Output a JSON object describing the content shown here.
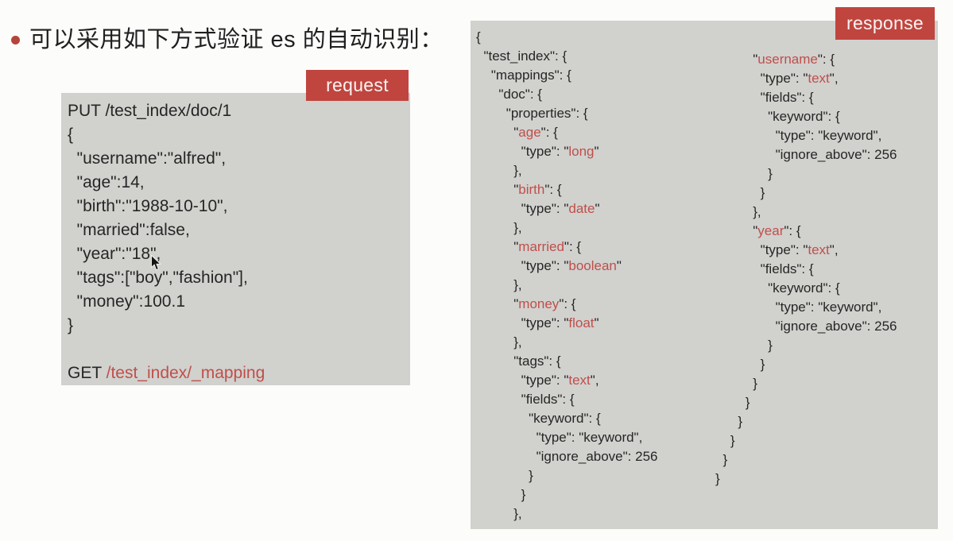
{
  "colors": {
    "page_bg": "#fcfcfb",
    "box_gray": "#d1d1ce",
    "badge_red": "#c0453f",
    "code_red": "#bf4f4a",
    "code_black": "#262626",
    "bullet_red": "#b5443c"
  },
  "title": {
    "text": "可以采用如下方式验证 es 的自动识别："
  },
  "request": {
    "badge_label": "request",
    "lines": [
      [
        {
          "t": "PUT /test_index/doc/1"
        }
      ],
      [
        {
          "t": "{"
        }
      ],
      [
        {
          "t": "  \"username\":\"alfred\","
        }
      ],
      [
        {
          "t": "  \"age\":14,"
        }
      ],
      [
        {
          "t": "  \"birth\":\"1988-10-10\","
        }
      ],
      [
        {
          "t": "  \"married\":false,"
        }
      ],
      [
        {
          "t": "  \"year\":\"18\","
        }
      ],
      [
        {
          "t": "  \"tags\":[\"boy\",\"fashion\"],"
        }
      ],
      [
        {
          "t": "  \"money\":100.1"
        }
      ],
      [
        {
          "t": "}"
        }
      ],
      [
        {
          "t": " "
        }
      ],
      [
        {
          "t": "GET "
        },
        {
          "t": "/test_index/_mapping",
          "r": true
        }
      ]
    ]
  },
  "response": {
    "badge_label": "response",
    "left_lines": [
      [
        {
          "t": "{"
        }
      ],
      [
        {
          "t": "  \"test_index\": {"
        }
      ],
      [
        {
          "t": "    \"mappings\": {"
        }
      ],
      [
        {
          "t": "      \"doc\": {"
        }
      ],
      [
        {
          "t": "        \"properties\": {"
        }
      ],
      [
        {
          "t": "          \""
        },
        {
          "t": "age",
          "r": true
        },
        {
          "t": "\": {"
        }
      ],
      [
        {
          "t": "            \"type\": \""
        },
        {
          "t": "long",
          "r": true
        },
        {
          "t": "\""
        }
      ],
      [
        {
          "t": "          },"
        }
      ],
      [
        {
          "t": "          \""
        },
        {
          "t": "birth",
          "r": true
        },
        {
          "t": "\": {"
        }
      ],
      [
        {
          "t": "            \"type\": \""
        },
        {
          "t": "date",
          "r": true
        },
        {
          "t": "\""
        }
      ],
      [
        {
          "t": "          },"
        }
      ],
      [
        {
          "t": "          \""
        },
        {
          "t": "married",
          "r": true
        },
        {
          "t": "\": {"
        }
      ],
      [
        {
          "t": "            \"type\": \""
        },
        {
          "t": "boolean",
          "r": true
        },
        {
          "t": "\""
        }
      ],
      [
        {
          "t": "          },"
        }
      ],
      [
        {
          "t": "          \""
        },
        {
          "t": "money",
          "r": true
        },
        {
          "t": "\": {"
        }
      ],
      [
        {
          "t": "            \"type\": \""
        },
        {
          "t": "float",
          "r": true
        },
        {
          "t": "\""
        }
      ],
      [
        {
          "t": "          },"
        }
      ],
      [
        {
          "t": "          \"tags\": {"
        }
      ],
      [
        {
          "t": "            \"type\": \""
        },
        {
          "t": "text",
          "r": true
        },
        {
          "t": "\","
        }
      ],
      [
        {
          "t": "            \"fields\": {"
        }
      ],
      [
        {
          "t": "              \"keyword\": {"
        }
      ],
      [
        {
          "t": "                \"type\": \"keyword\","
        }
      ],
      [
        {
          "t": "                \"ignore_above\": 256"
        }
      ],
      [
        {
          "t": "              }"
        }
      ],
      [
        {
          "t": "            }"
        }
      ],
      [
        {
          "t": "          },"
        }
      ]
    ],
    "right_lines": [
      [
        {
          "t": "          \""
        },
        {
          "t": "username",
          "r": true
        },
        {
          "t": "\": {"
        }
      ],
      [
        {
          "t": "            \"type\": \""
        },
        {
          "t": "text",
          "r": true
        },
        {
          "t": "\","
        }
      ],
      [
        {
          "t": "            \"fields\": {"
        }
      ],
      [
        {
          "t": "              \"keyword\": {"
        }
      ],
      [
        {
          "t": "                \"type\": \"keyword\","
        }
      ],
      [
        {
          "t": "                \"ignore_above\": 256"
        }
      ],
      [
        {
          "t": "              }"
        }
      ],
      [
        {
          "t": "            }"
        }
      ],
      [
        {
          "t": "          },"
        }
      ],
      [
        {
          "t": "          \""
        },
        {
          "t": "year",
          "r": true
        },
        {
          "t": "\": {"
        }
      ],
      [
        {
          "t": "            \"type\": \""
        },
        {
          "t": "text",
          "r": true
        },
        {
          "t": "\","
        }
      ],
      [
        {
          "t": "            \"fields\": {"
        }
      ],
      [
        {
          "t": "              \"keyword\": {"
        }
      ],
      [
        {
          "t": "                \"type\": \"keyword\","
        }
      ],
      [
        {
          "t": "                \"ignore_above\": 256"
        }
      ],
      [
        {
          "t": "              }"
        }
      ],
      [
        {
          "t": "            }"
        }
      ],
      [
        {
          "t": "          }"
        }
      ],
      [
        {
          "t": "        }"
        }
      ],
      [
        {
          "t": "      }"
        }
      ],
      [
        {
          "t": "    }"
        }
      ],
      [
        {
          "t": "  }"
        }
      ],
      [
        {
          "t": "}"
        }
      ]
    ]
  }
}
